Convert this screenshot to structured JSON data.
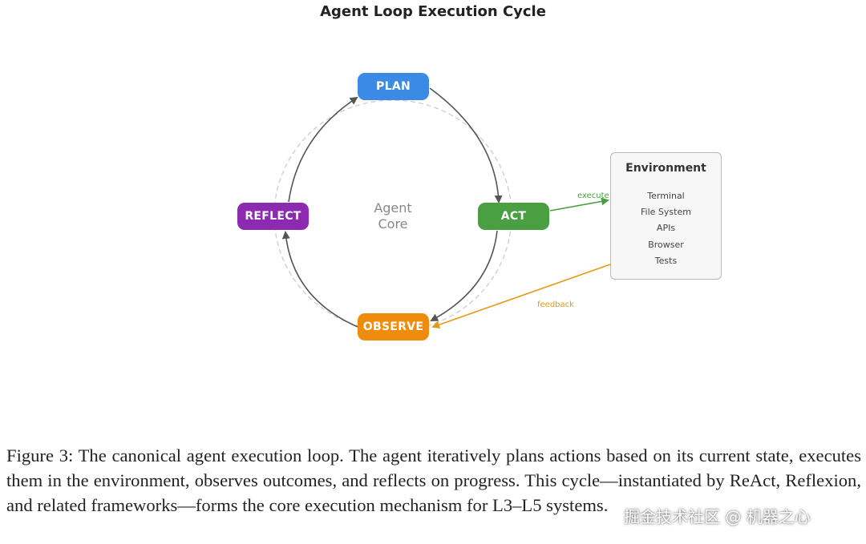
{
  "title": "Agent Loop Execution Cycle",
  "core_label": [
    "Agent",
    "Core"
  ],
  "nodes": {
    "plan": {
      "label": "PLAN",
      "color": "#3b8be6"
    },
    "act": {
      "label": "ACT",
      "color": "#4a9f43"
    },
    "observe": {
      "label": "OBSERVE",
      "color": "#f08c0d"
    },
    "reflect": {
      "label": "REFLECT",
      "color": "#8c2bb0"
    }
  },
  "environment": {
    "title": "Environment",
    "items": [
      "Terminal",
      "File System",
      "APIs",
      "Browser",
      "Tests"
    ]
  },
  "edges": {
    "execute": {
      "label": "execute",
      "color": "#4a9f43"
    },
    "feedback": {
      "label": "feedback",
      "color": "#e49a12"
    }
  },
  "caption": "Figure 3: The canonical agent execution loop. The agent iteratively plans actions based on its current state, executes them in the environment, observes outcomes, and reflects on progress. This cycle—instantiated by ReAct, Reflexion, and related frameworks—forms the core execution mechanism for L3–L5 systems.",
  "watermark": "掘金技术社区 @ 机器之心"
}
